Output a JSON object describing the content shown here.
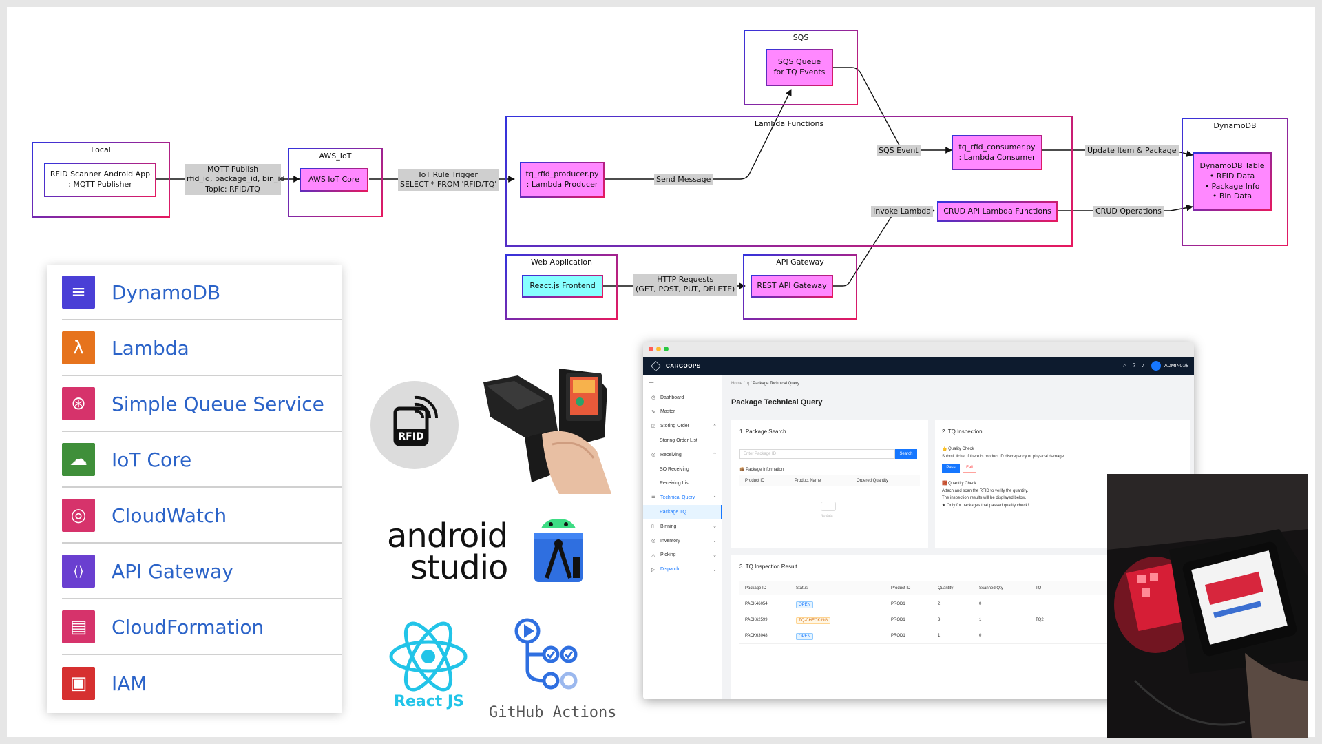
{
  "diagram": {
    "groups": {
      "local": "Local",
      "aws_iot": "AWS_IoT",
      "lambda": "Lambda Functions",
      "sqs": "SQS",
      "dynamodb": "DynamoDB",
      "web_app": "Web Application",
      "api_gateway": "API Gateway"
    },
    "nodes": {
      "rfid_app": [
        "RFID Scanner Android App",
        ": MQTT Publisher"
      ],
      "iot_core": "AWS IoT Core",
      "producer": [
        "tq_rfid_producer.py",
        ": Lambda Producer"
      ],
      "sqs_queue": [
        "SQS Queue",
        "for TQ Events"
      ],
      "consumer": [
        "tq_rfid_consumer.py",
        ": Lambda Consumer"
      ],
      "crud": "CRUD API Lambda Functions",
      "dynamo_table": [
        "DynamoDB Table",
        "• RFID Data",
        "• Package Info",
        "• Bin Data"
      ],
      "react_frontend": "React.js Frontend",
      "rest_api": "REST API Gateway"
    },
    "edge_labels": {
      "mqtt": [
        "MQTT Publish",
        "rfid_id, package_id, bin_id",
        "Topic: RFID/TQ"
      ],
      "iot_rule": [
        "IoT Rule Trigger",
        "SELECT * FROM 'RFID/TQ'"
      ],
      "send_message": "Send Message",
      "sqs_event": "SQS Event",
      "update": "Update Item & Package",
      "invoke": "Invoke Lambda",
      "crud_ops": "CRUD Operations",
      "http": [
        "HTTP Requests",
        "(GET, POST, PUT, DELETE)"
      ]
    }
  },
  "services": [
    {
      "name": "DynamoDB",
      "icon": "dynamodb-icon",
      "color": "#4a3fd6",
      "glyph": "≡"
    },
    {
      "name": "Lambda",
      "icon": "lambda-icon",
      "color": "#e6731d",
      "glyph": "λ"
    },
    {
      "name": "Simple Queue Service",
      "icon": "sqs-icon",
      "color": "#d6336b",
      "glyph": "⊛"
    },
    {
      "name": "IoT Core",
      "icon": "iot-core-icon",
      "color": "#3f8f3a",
      "glyph": "☁"
    },
    {
      "name": "CloudWatch",
      "icon": "cloudwatch-icon",
      "color": "#d6336b",
      "glyph": "◎"
    },
    {
      "name": "API Gateway",
      "icon": "api-gateway-icon",
      "color": "#6a3fd0",
      "glyph": "⟨⟩"
    },
    {
      "name": "CloudFormation",
      "icon": "cloudformation-icon",
      "color": "#d6336b",
      "glyph": "▤"
    },
    {
      "name": "IAM",
      "icon": "iam-icon",
      "color": "#d63030",
      "glyph": "▣"
    }
  ],
  "logos": {
    "rfid": "RFID",
    "android_line1": "android",
    "android_line2": "studio",
    "react": "React JS",
    "github_actions": "GitHub Actions"
  },
  "app": {
    "brand": "CARGOOPS",
    "user": "ADMIN01",
    "breadcrumb": [
      "Home",
      "tq",
      "Package Technical Query"
    ],
    "page_title": "Package Technical Query",
    "sidebar": [
      {
        "label": "Dashboard",
        "icon": "◷",
        "chev": ""
      },
      {
        "label": "Master",
        "icon": "✎",
        "chev": ""
      },
      {
        "label": "Storing Order",
        "icon": "☑",
        "chev": "⌃"
      },
      {
        "label": "Storing Order List",
        "icon": "",
        "chev": "",
        "sub": true
      },
      {
        "label": "Receiving",
        "icon": "◎",
        "chev": "⌃"
      },
      {
        "label": "SO Receiving",
        "icon": "",
        "chev": "",
        "sub": true
      },
      {
        "label": "Receiving List",
        "icon": "",
        "chev": "",
        "sub": true
      },
      {
        "label": "Technical Query",
        "icon": "☰",
        "chev": "⌃",
        "active": true
      },
      {
        "label": "Package TQ",
        "icon": "",
        "chev": "",
        "sub": true,
        "selected": true
      },
      {
        "label": "Binning",
        "icon": "▯",
        "chev": "⌄"
      },
      {
        "label": "Inventory",
        "icon": "◎",
        "chev": "⌄"
      },
      {
        "label": "Picking",
        "icon": "△",
        "chev": "⌄"
      },
      {
        "label": "Dispatch",
        "icon": "▷",
        "chev": "⌄",
        "active": true
      }
    ],
    "search_panel": {
      "title": "1. Package Search",
      "placeholder": "Enter Package ID",
      "button": "Search",
      "info_label": "📦 Package Information",
      "cols": [
        "Product ID",
        "Product Name",
        "Ordered Quantity"
      ],
      "empty": "No data"
    },
    "inspection_panel": {
      "title": "2. TQ Inspection",
      "quality_title": "👍 Quality Check",
      "quality_text": "Submit ticket if there is product ID discrepancy or physical damage",
      "pass": "Pass",
      "fail": "Fail",
      "quantity_title": "🧱 Quantity Check",
      "quantity_lines": [
        "Attach and scan the RFID to verify the quantity.",
        "The inspection results will be displayed below.",
        "★ Only for packages that passed quality check!"
      ]
    },
    "result_panel": {
      "title": "3. TQ Inspection Result",
      "cols": [
        "Package ID",
        "Status",
        "Product ID",
        "Quantity",
        "Scanned Qty",
        "TQ"
      ],
      "rows": [
        {
          "id": "PACK46054",
          "status": "OPEN",
          "product": "PROD1",
          "qty": "2",
          "scanned": "0",
          "tq": ""
        },
        {
          "id": "PACK62599",
          "status": "TQ-CHECKING",
          "product": "PROD1",
          "qty": "3",
          "scanned": "1",
          "tq": "TQ2"
        },
        {
          "id": "PACK63048",
          "status": "OPEN",
          "product": "PROD1",
          "qty": "1",
          "scanned": "0",
          "tq": ""
        }
      ]
    }
  }
}
